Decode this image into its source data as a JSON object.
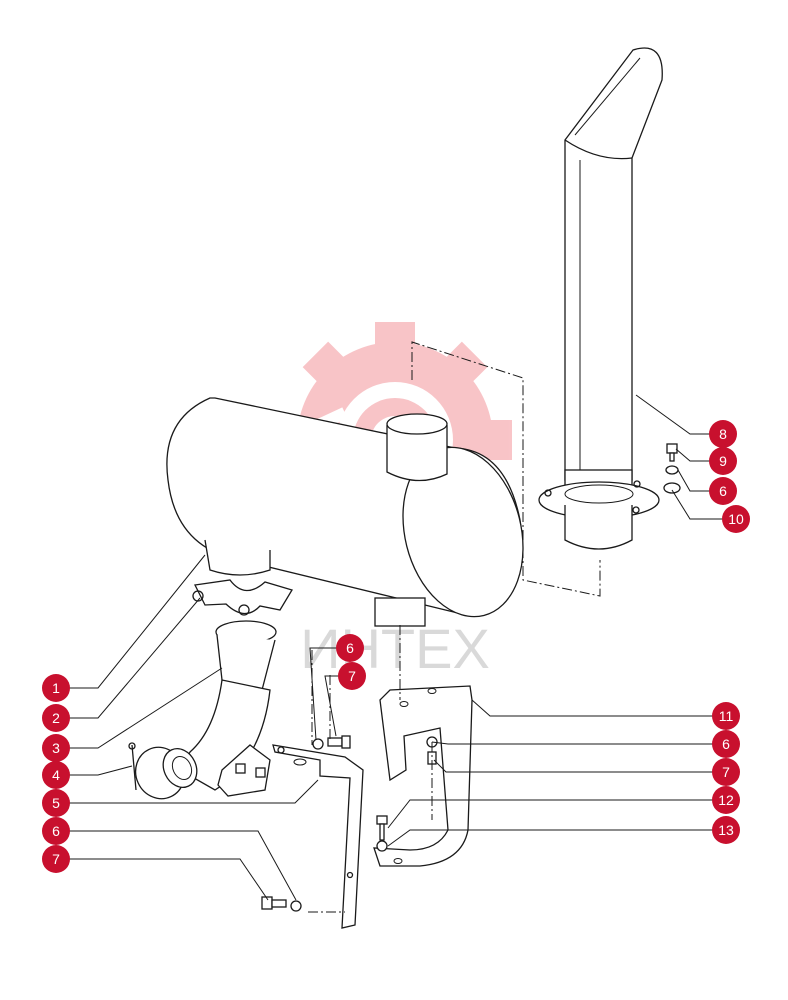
{
  "watermark": {
    "text": "ИНТЕХ",
    "color": "#e8303a"
  },
  "callouts": [
    {
      "label": "1"
    },
    {
      "label": "2"
    },
    {
      "label": "3"
    },
    {
      "label": "4"
    },
    {
      "label": "5"
    },
    {
      "label": "6"
    },
    {
      "label": "7"
    },
    {
      "label": "6"
    },
    {
      "label": "7"
    },
    {
      "label": "8"
    },
    {
      "label": "9"
    },
    {
      "label": "6"
    },
    {
      "label": "10"
    },
    {
      "label": "11"
    },
    {
      "label": "6"
    },
    {
      "label": "7"
    },
    {
      "label": "12"
    },
    {
      "label": "13"
    }
  ],
  "badge_color": "#c8102e"
}
